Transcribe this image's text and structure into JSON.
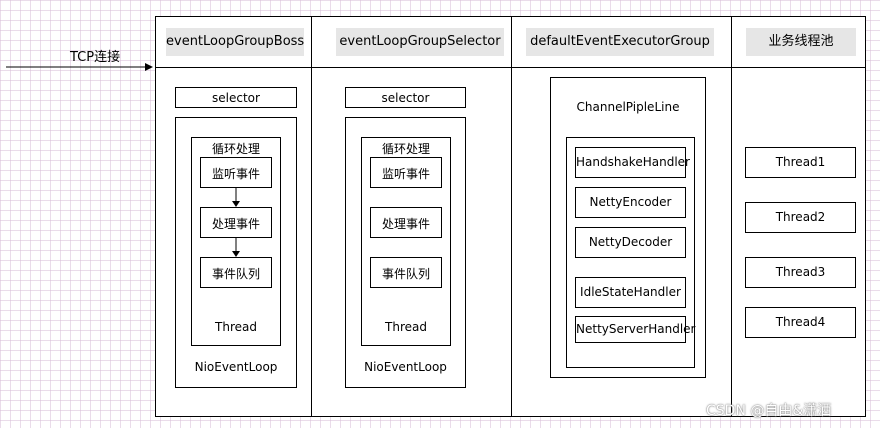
{
  "connection_label": "TCP连接",
  "columns": {
    "boss": {
      "header": "eventLoopGroupBoss",
      "selector": "selector",
      "loop_title": "循环处理",
      "steps": [
        "监听事件",
        "处理事件",
        "事件队列"
      ],
      "thread": "Thread",
      "event_loop": "NioEventLoop"
    },
    "selector": {
      "header": "eventLoopGroupSelector",
      "selector": "selector",
      "loop_title": "循环处理",
      "steps": [
        "监听事件",
        "处理事件",
        "事件队列"
      ],
      "thread": "Thread",
      "event_loop": "NioEventLoop"
    },
    "executor": {
      "header": "defaultEventExecutorGroup",
      "pipeline": "ChannelPipleLine",
      "handlers": [
        "HandshakeHandler",
        "NettyEncoder",
        "NettyDecoder",
        "IdleStateHandler",
        "NettyServerHandler"
      ]
    },
    "business": {
      "header": "业务线程池",
      "threads": [
        "Thread1",
        "Thread2",
        "Thread3",
        "Thread4"
      ]
    }
  },
  "watermark": "CSDN @自由&潇洒"
}
